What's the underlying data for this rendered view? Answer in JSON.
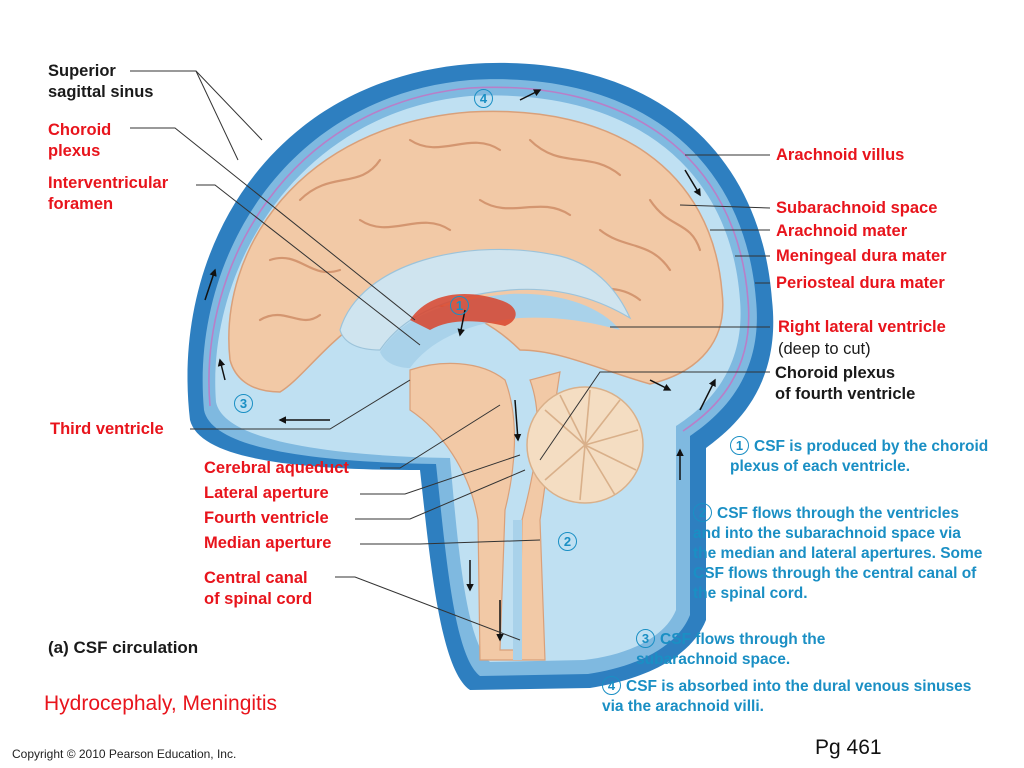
{
  "labels_left": {
    "superior_sagittal_sinus": "Superior\nsagittal sinus",
    "choroid_plexus": "Choroid\nplexus",
    "interventricular_foramen": "Interventricular\nforamen",
    "third_ventricle": "Third ventricle",
    "cerebral_aqueduct": "Cerebral aqueduct",
    "lateral_aperture": "Lateral aperture",
    "fourth_ventricle": "Fourth ventricle",
    "median_aperture": "Median aperture",
    "central_canal": "Central canal\nof spinal cord"
  },
  "labels_right": {
    "arachnoid_villus": "Arachnoid villus",
    "subarachnoid_space": "Subarachnoid space",
    "arachnoid_mater": "Arachnoid mater",
    "meningeal_dura_mater": "Meningeal dura mater",
    "periosteal_dura_mater": "Periosteal dura mater",
    "right_lateral_ventricle": "Right lateral ventricle",
    "deep_to_cut": "(deep to cut)",
    "choroid_plexus_fourth": "Choroid plexus\nof fourth ventricle"
  },
  "markers": [
    "1",
    "2",
    "3",
    "4"
  ],
  "steps": [
    {
      "num": "1",
      "text": "CSF is produced by the choroid plexus of each ventricle."
    },
    {
      "num": "2",
      "text": "CSF flows through the ventricles and into the subarachnoid space via the median and lateral apertures. Some CSF flows through the central canal of the spinal cord."
    },
    {
      "num": "3",
      "text": "CSF flows through the subarachnoid space."
    },
    {
      "num": "4",
      "text": "CSF is absorbed into the dural venous sinuses via the arachnoid villi."
    }
  ],
  "caption": "(a)  CSF circulation",
  "tagline": "Hydrocephaly, Meningitis",
  "copyright": "Copyright © 2010 Pearson Education, Inc.",
  "page_number": "Pg 461",
  "colors": {
    "label_red": "#e8141c",
    "step_blue": "#1a8fc4",
    "csf_blue": "#8fc7e6",
    "dura_blue": "#2e7fc0",
    "brain_tan": "#f2c9a6",
    "choroid_red": "#d9442b"
  }
}
